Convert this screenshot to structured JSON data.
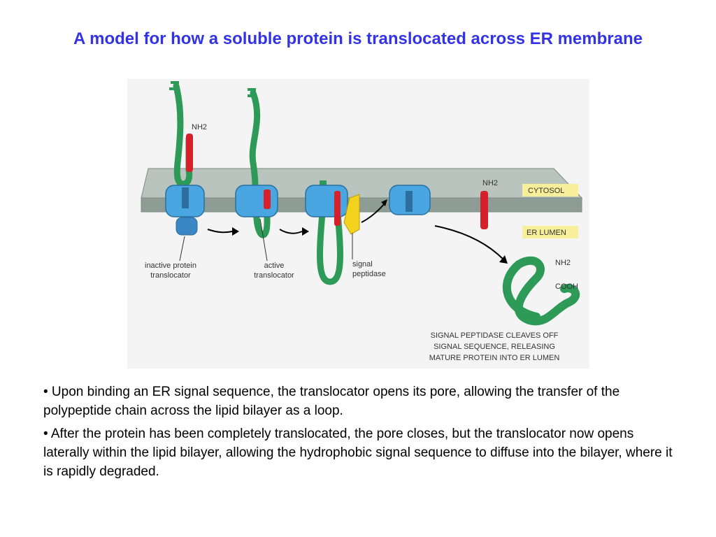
{
  "title": "A model for how a soluble protein is translocated across ER membrane",
  "figure": {
    "nh2_label_1": "NH2",
    "nh2_label_2": "NH2",
    "nh2_label_3": "NH2",
    "cytosol": "CYTOSOL",
    "er_lumen": "ER LUMEN",
    "cooh": "COOH",
    "inactive_translocator": [
      "inactive protein",
      "translocator"
    ],
    "active_translocator": [
      "active",
      "translocator"
    ],
    "signal_peptidase": [
      "signal",
      "peptidase"
    ],
    "caption": [
      "SIGNAL PEPTIDASE CLEAVES OFF",
      "SIGNAL SEQUENCE, RELEASING",
      "MATURE PROTEIN INTO ER LUMEN"
    ],
    "colors": {
      "membrane": "#a9b6b0",
      "translocator": "#4aa6e0",
      "chain": "#2e9a58",
      "signal": "#d6202a",
      "peptidase": "#f2d21c",
      "label_box": "#f7ef9a"
    }
  },
  "bullets": [
    "• Upon binding an ER signal sequence, the translocator opens its pore, allowing the transfer of the polypeptide chain across the lipid bilayer as a loop.",
    "• After the protein has been completely translocated, the pore closes, but the translocator now opens laterally within the lipid bilayer, allowing the hydrophobic signal sequence to diffuse into the bilayer, where it is rapidly degraded."
  ]
}
